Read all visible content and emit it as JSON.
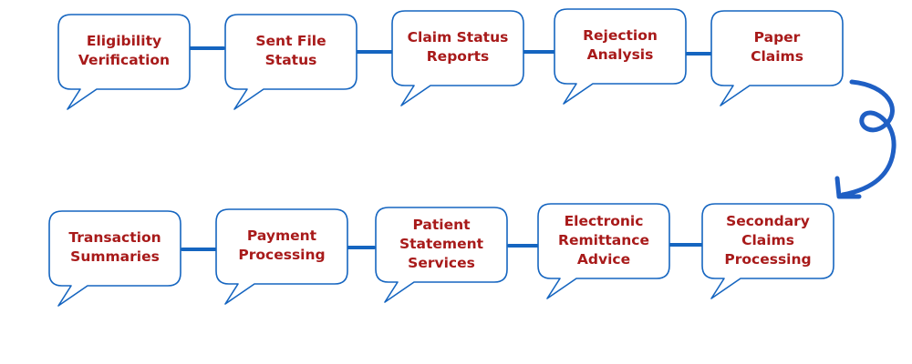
{
  "colors": {
    "text": "#a81a1a",
    "bubble_border": "#1565c0",
    "connector": "#1565c0",
    "arrow": "#1f5fc4"
  },
  "top_row": [
    {
      "label": "Eligibility\nVerification"
    },
    {
      "label": "Sent File\nStatus"
    },
    {
      "label": "Claim Status\nReports"
    },
    {
      "label": "Rejection\nAnalysis"
    },
    {
      "label": "Paper\nClaims"
    }
  ],
  "bottom_row": [
    {
      "label": "Transaction\nSummaries"
    },
    {
      "label": "Payment\nProcessing"
    },
    {
      "label": "Patient\nStatement\nServices"
    },
    {
      "label": "Electronic\nRemittance\nAdvice"
    },
    {
      "label": "Secondary\nClaims\nProcessing"
    }
  ]
}
